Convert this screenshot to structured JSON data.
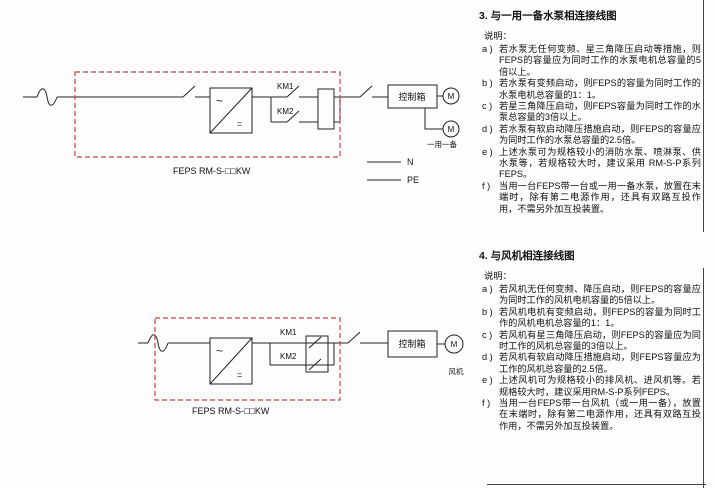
{
  "colors": {
    "accent_red": "#c94040",
    "line": "#222222"
  },
  "section3": {
    "title": "3. 与一用一备水泵相连接线图",
    "notes_heading": "说明：",
    "items": [
      {
        "label": "a )",
        "text": "若水泵无任何变频、星三角降压启动等措施，则FEPS的容量应为同时工作的水泵电机总容量的5倍以上。"
      },
      {
        "label": "b )",
        "text": "若水泵有变频启动，则FEPS的容量为同时工作的水泵电机总容量的1：1。"
      },
      {
        "label": "c )",
        "text": "若星三角降压启动，则FEPS容量为同时工作的水泵总容量的3倍以上。"
      },
      {
        "label": "d )",
        "text": "若水泵有软启动降压措施启动，则FEPS的容量应为同时工作的水泵总容量的2.5倍。"
      },
      {
        "label": "e )",
        "text": "上述水泵可为规格较小的消防水泵、喷淋泵、供水泵等，若规格较大时，建议采用 RM-S-P系列FEPS。"
      },
      {
        "label": "f )",
        "text": "当用一台FEPS带一台或一用一备水泵，放置在末端时，除有第二电源作用，还具有双路互投作用，不需另外加互投装置。"
      }
    ],
    "diagram": {
      "km1": "KM1",
      "km2": "KM2",
      "control_box": "控制箱",
      "motor": "M",
      "motor_caption": "一用一备",
      "neutral": "N",
      "pe": "PE",
      "model": "FEPS  RM-S-□□KW",
      "inverter_ac": "~",
      "inverter_dc": "="
    }
  },
  "section4": {
    "title": "4. 与风机相连接线图",
    "notes_heading": "说明：",
    "items": [
      {
        "label": "a )",
        "text": "若风机无任何变频、降压启动，则FEPS的容量应为同时工作的风机电机容量的5倍以上。"
      },
      {
        "label": "b )",
        "text": "若风机电机有变频启动，则FEPS的容量为同时工作的风机电机总容量的1：1。"
      },
      {
        "label": "c )",
        "text": "若风机有星三角降压启动，则FEPS的容量应为同时工作的风机总容量的3倍以上。"
      },
      {
        "label": "d )",
        "text": "若风机有软启动降压措施启动，则FEPS容量应为工作的风机总容量的2.5倍。"
      },
      {
        "label": "e )",
        "text": "上述风机可为规格较小的排风机、进风机等。若规格较大时，建议采用RM-S-P系列FEPS。"
      },
      {
        "label": "f )",
        "text": "当用一台FEPS带一台风机（或一用一备），放置在末端时，除有第二电源作用，还具有双路互投作用，不需另外加互投装置。"
      }
    ],
    "diagram": {
      "km1": "KM1",
      "km2": "KM2",
      "control_box": "控制箱",
      "motor": "M",
      "motor_caption": "风机",
      "model": "FEPS  RM-S-□□KW",
      "inverter_ac": "~",
      "inverter_dc": "="
    }
  }
}
